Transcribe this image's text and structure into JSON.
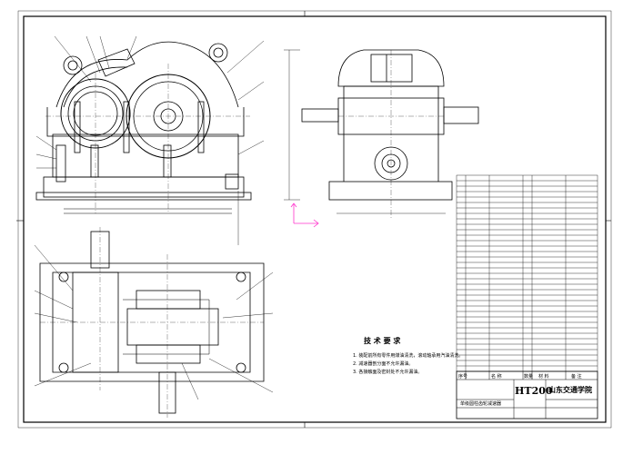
{
  "drawing": {
    "tech_title": "技 术 要 求",
    "tech_notes": [
      "1. 装配前所有零件用煤油清洗，滚动轴承用汽油清洗。",
      "2. 减速器剖分面不允许漏油。",
      "3. 各接触面及密封处不允许漏油。"
    ],
    "material": "HT200",
    "school": "山东交通学院",
    "drawing_name": "单级圆柱齿轮减速器"
  },
  "title_block": {
    "headers": [
      "序号",
      "名 称",
      "数量",
      "材 料",
      "备 注"
    ]
  },
  "colors": {
    "line": "#000000",
    "cursor": "#ff33cc",
    "paper": "#ffffff"
  }
}
